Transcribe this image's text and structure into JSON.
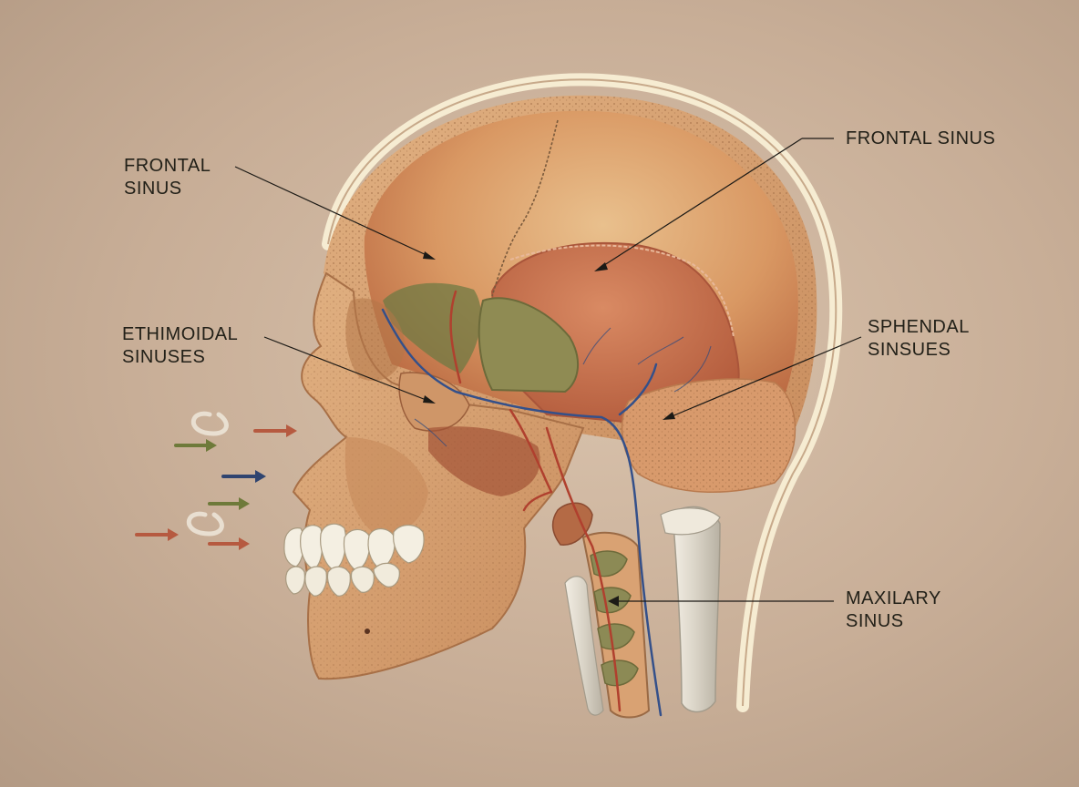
{
  "labels": {
    "frontal_left": {
      "line1": "FRONTAL",
      "line2": "SINUS"
    },
    "frontal_right": {
      "line1": "FRONTAL SINUS"
    },
    "ethmoidal": {
      "line1": "ETHIMOIDAL",
      "line2": "SINUSES"
    },
    "sphenoidal": {
      "line1": "SPHENDAL",
      "line2": "SINSUES"
    },
    "maxillary": {
      "line1": "MAXILARY",
      "line2": "SINUS"
    }
  },
  "colors": {
    "background": "#cdb39c",
    "scalp_outline": "#f6ecd2",
    "bone": "#d7a272",
    "cranium_inner": "#c9714e",
    "sinus_green": "#8f8b53",
    "artery": "#b0402e",
    "vein": "#34508a",
    "arrow_red": "#b65a40",
    "arrow_green": "#6e7a3a",
    "arrow_blue": "#2f4470"
  }
}
